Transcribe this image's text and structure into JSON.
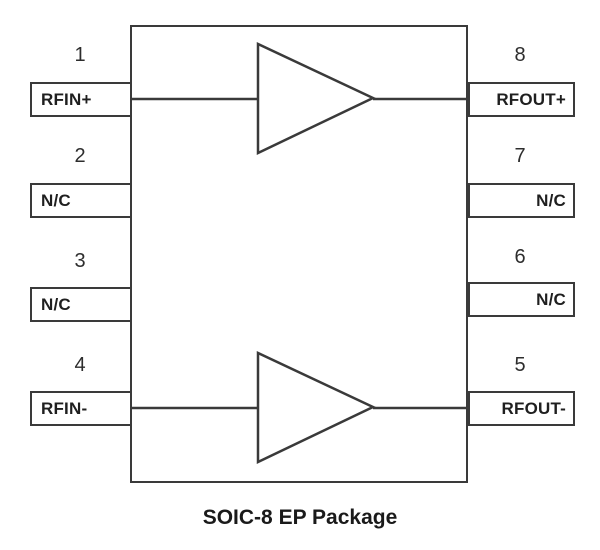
{
  "diagram": {
    "caption": "SOIC-8 EP Package",
    "line_color": "#3a3a3a",
    "left_pins": [
      {
        "number": "1",
        "label": "RFIN+"
      },
      {
        "number": "2",
        "label": "N/C"
      },
      {
        "number": "3",
        "label": "N/C"
      },
      {
        "number": "4",
        "label": "RFIN-"
      }
    ],
    "right_pins": [
      {
        "number": "8",
        "label": "RFOUT+"
      },
      {
        "number": "7",
        "label": "N/C"
      },
      {
        "number": "6",
        "label": "N/C"
      },
      {
        "number": "5",
        "label": "RFOUT-"
      }
    ]
  }
}
